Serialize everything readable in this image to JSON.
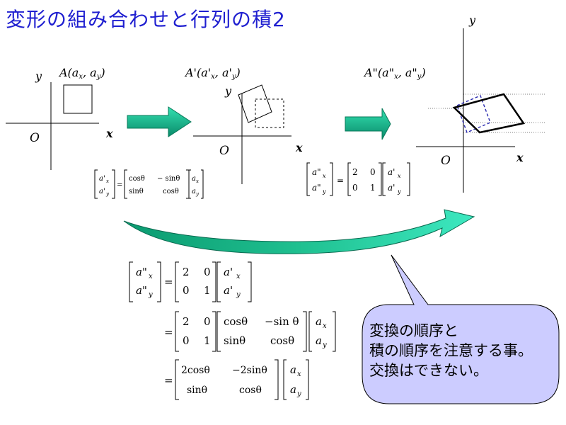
{
  "title": "変形の組み合わせと行列の積2",
  "axes": {
    "x_label": "x",
    "y_label": "y",
    "origin_label": "O"
  },
  "points": {
    "a": "A(a",
    "a_x": "x",
    "a_sep": ", a",
    "a_y": "y",
    "a_end": ")",
    "b": "A'(a'",
    "b_sep": ", a'",
    "c": "A\"(a\"",
    "c_sep": ", a\""
  },
  "matrix_terms": {
    "a_prime": "a'",
    "a_dprime": "a\"",
    "a": "a",
    "sub_x": "x",
    "sub_y": "y",
    "cos": "cosθ",
    "neg_sin": "− sinθ",
    "sin": "sinθ",
    "two": "2",
    "zero": "0",
    "one": "1",
    "two_cos": "2cosθ",
    "neg_two_sin": "−2sinθ",
    "cos_sp": "cos θ",
    "sin_sp": "sin θ",
    "neg_sin_sp": "−sin θ",
    "equals": "="
  },
  "callout": {
    "line1": "変換の順序と",
    "line2": "積の順序を注意する事。",
    "line3": "交換はできない。"
  },
  "colors": {
    "title": "#1f1fd0",
    "arrow_light": "#33e0b0",
    "arrow_dark": "#0a8a6a",
    "callout_fill": "#ccccff",
    "dashed_square": "#2a2ab0"
  }
}
